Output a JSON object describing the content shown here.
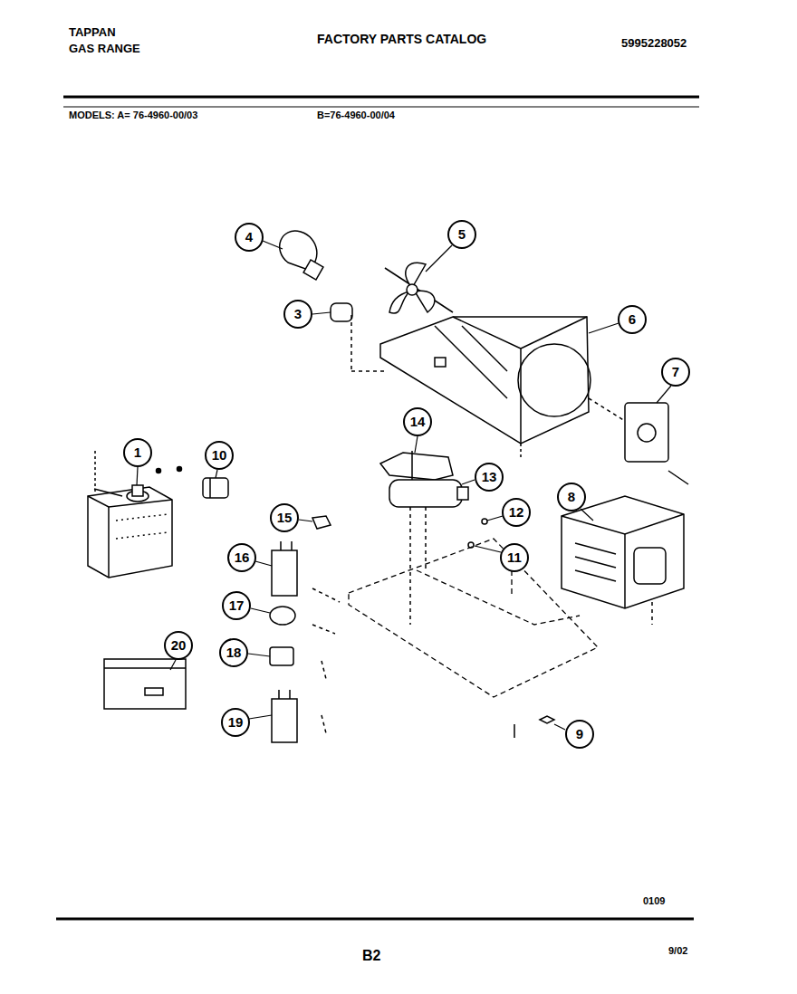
{
  "diagram": {
    "title": "FACTORY PARTS CATALOG",
    "labels": [
      "TAPPAN",
      "GAS RANGE",
      "5995228052",
      "MODELS: A= 76-4960-00/03",
      "B=76-4960-00/04",
      "1",
      "3",
      "4",
      "5",
      "6",
      "7",
      "8",
      "9",
      "10",
      "11",
      "12",
      "13",
      "14",
      "15",
      "16",
      "17",
      "18",
      "19",
      "20",
      "0109",
      "B2",
      "9/02"
    ]
  }
}
